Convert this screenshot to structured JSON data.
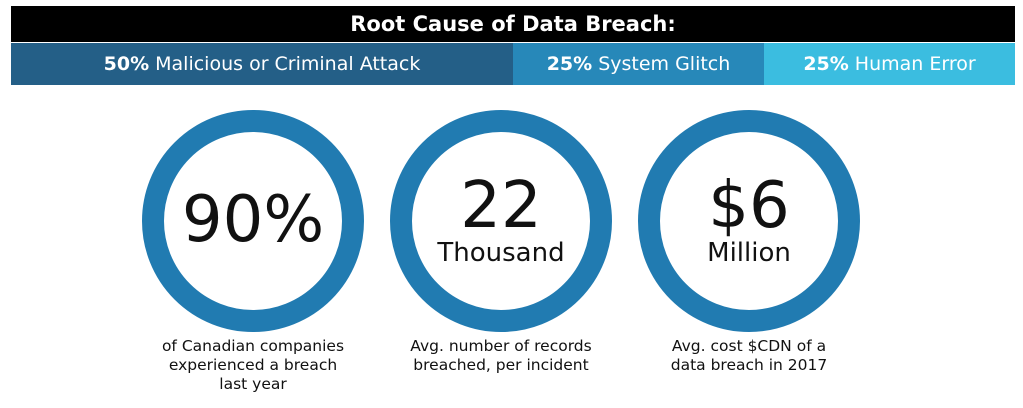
{
  "title": "Root  Cause of Data Breach:",
  "chart_data": {
    "type": "bar",
    "title": "Root  Cause of Data Breach:",
    "categories": [
      "Malicious or Criminal Attack",
      "System Glitch",
      "Human Error"
    ],
    "values": [
      50,
      25,
      25
    ],
    "value_labels": [
      "50%",
      "25%",
      "25%"
    ],
    "colors": [
      "#245f87",
      "#2788b9",
      "#3bbde0"
    ],
    "stacked": true
  },
  "stats": [
    {
      "value": "90%",
      "unit": "",
      "caption": [
        "of Canadian companies",
        "experienced a breach",
        "last year"
      ]
    },
    {
      "value": "22",
      "unit": "Thousand",
      "caption": [
        "Avg. number of records",
        "breached, per incident"
      ]
    },
    {
      "value": "$6",
      "unit": "Million",
      "caption": [
        "Avg. cost $CDN of a",
        "data breach in 2017"
      ]
    }
  ],
  "ring_color": "#217bb1"
}
